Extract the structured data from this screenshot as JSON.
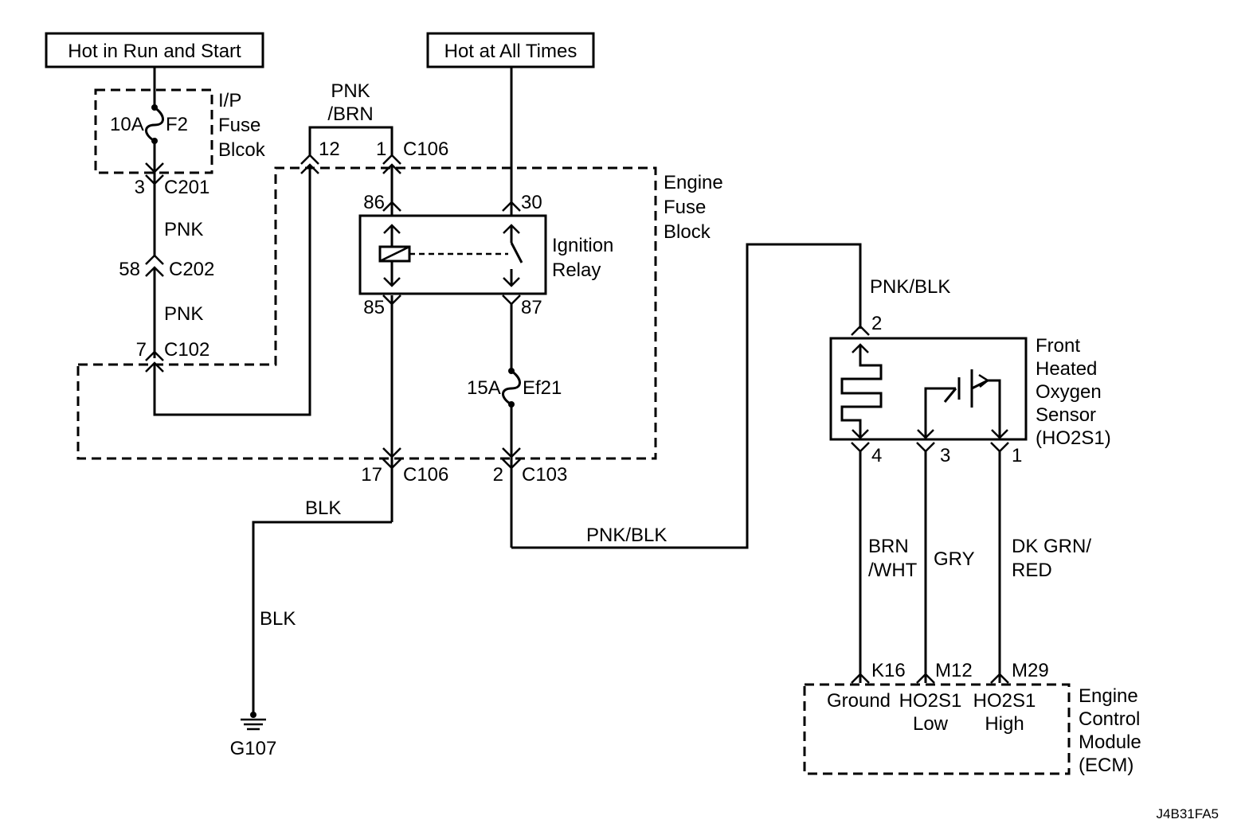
{
  "sources": {
    "run_start": "Hot in Run and Start",
    "all_times": "Hot at All Times"
  },
  "ip_fuse_block": {
    "label_1": "I/P",
    "label_2": "Fuse",
    "label_3": "Blcok",
    "fuse_rating": "10A",
    "fuse_name": "F2"
  },
  "engine_fuse_block": {
    "label_1": "Engine",
    "label_2": "Fuse",
    "label_3": "Block",
    "fuse_rating": "15A",
    "fuse_name": "Ef21"
  },
  "relay": {
    "label_1": "Ignition",
    "label_2": "Relay",
    "pin_86": "86",
    "pin_30": "30",
    "pin_85": "85",
    "pin_87": "87"
  },
  "connectors": {
    "c201_pin": "3",
    "c201": "C201",
    "c202_pin": "58",
    "c202": "C202",
    "c102_pin": "7",
    "c102": "C102",
    "c106_top_pin_a": "12",
    "c106_top_pin_b": "1",
    "c106_top": "C106",
    "c106_bottom_pin": "17",
    "c106_bottom": "C106",
    "c103_pin": "2",
    "c103": "C103"
  },
  "wires": {
    "pnk_1": "PNK",
    "pnk_2": "PNK",
    "pnk_brn_1": "PNK",
    "pnk_brn_2": "/BRN",
    "blk_1": "BLK",
    "blk_2": "BLK",
    "pnk_blk_low": "PNK/BLK",
    "pnk_blk_high": "PNK/BLK",
    "brn_wht_1": "BRN",
    "brn_wht_2": "/WHT",
    "gry": "GRY",
    "dk_grn_red_1": "DK GRN/",
    "dk_grn_red_2": "RED"
  },
  "ground": {
    "name": "G107"
  },
  "sensor": {
    "label_1": "Front",
    "label_2": "Heated",
    "label_3": "Oxygen",
    "label_4": "Sensor",
    "label_5": "(HO2S1)",
    "pin_2": "2",
    "pin_4": "4",
    "pin_3": "3",
    "pin_1": "1"
  },
  "ecm": {
    "label_1": "Engine",
    "label_2": "Control",
    "label_3": "Module",
    "label_4": "(ECM)",
    "pin_k16": "K16",
    "pin_m12": "M12",
    "pin_m29": "M29",
    "ground": "Ground",
    "low_1": "HO2S1",
    "low_2": "Low",
    "high_1": "HO2S1",
    "high_2": "High"
  },
  "figure_id": "J4B31FA5"
}
